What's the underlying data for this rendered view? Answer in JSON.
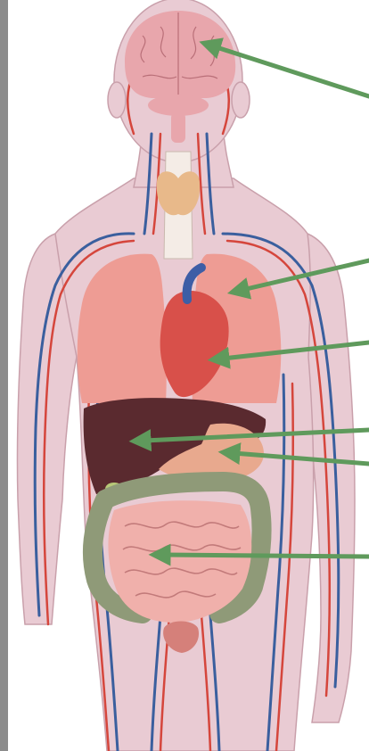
{
  "colors": {
    "page_background": "#ffffff",
    "left_border": "#8c8c8c",
    "skin": "#e9cbd3",
    "skin_outline": "#c9a0ab",
    "artery": "#d5463c",
    "vein": "#3a5f9e",
    "brain": "#e8a6ac",
    "lung": "#ee9c94",
    "heart": "#d8504a",
    "liver": "#5a2a2f",
    "stomach": "#e8a98e",
    "large_intestine": "#8f9a78",
    "small_intestine": "#f0b0ab",
    "thyroid": "#e8b98a",
    "bladder": "#d5807a",
    "arrow": "#5f9a5c"
  },
  "arrows": [
    {
      "target": "brain"
    },
    {
      "target": "lung"
    },
    {
      "target": "heart"
    },
    {
      "target": "liver"
    },
    {
      "target": "stomach"
    },
    {
      "target": "small-intestine"
    }
  ]
}
